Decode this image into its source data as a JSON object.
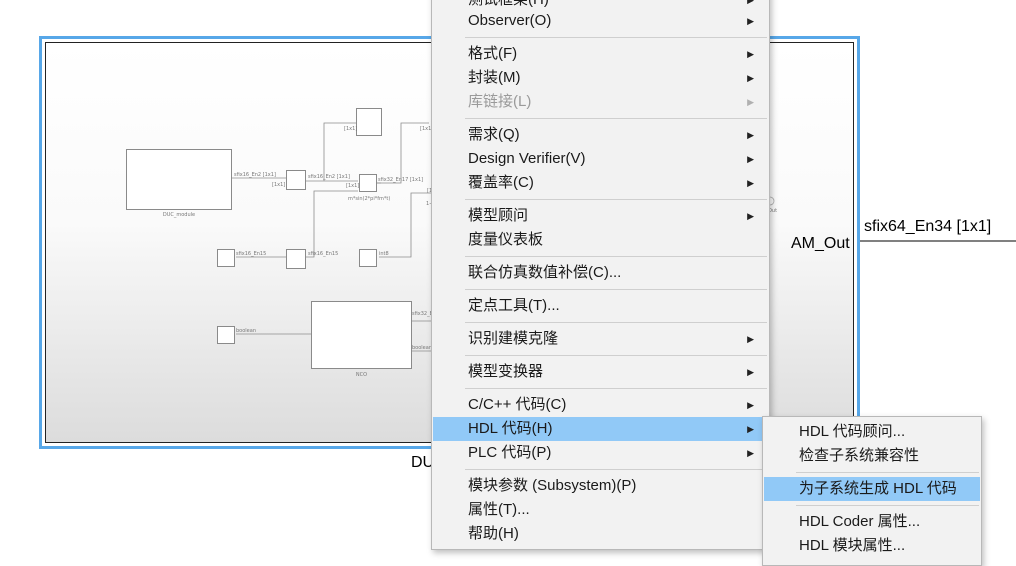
{
  "canvas": {
    "output_port_label": "AM_Out",
    "output_signal_label": "sfix64_En34 [1x1]",
    "block_name_partial": "DU",
    "inner": {
      "block_duc_label": "DUC_module",
      "block_nco_label": "NCO",
      "sig_in1": "sfix16_En2 [1x1]",
      "sig_mid": "sfix16_En2 [1x1]",
      "sig_out": "sfix32_En17 [1x1]",
      "sig_in2": "sfix16_En15",
      "sig_in2b": "sfix16_En15",
      "sig_int8": "int8",
      "sig_bool": "boolean",
      "sig_nco_out1": "sfix32_E",
      "sig_nco_out2": "boolean",
      "dim1": "[1x1]",
      "dim2": "[1x1]",
      "dim3": "[1x1]",
      "dim4": "[1x1]",
      "formula": "m*sin(2*pi*fm*t)",
      "misc1": "[1x",
      "misc2": "1+a",
      "out_label": "Out"
    }
  },
  "context_menu": {
    "items": [
      {
        "label": "测试框架(H)",
        "has_submenu": true
      },
      {
        "label": "Observer(O)",
        "has_submenu": true
      },
      {
        "label": "格式(F)",
        "has_submenu": true
      },
      {
        "label": "封装(M)",
        "has_submenu": true
      },
      {
        "label": "库链接(L)",
        "has_submenu": true,
        "disabled": true
      },
      {
        "label": "需求(Q)",
        "has_submenu": true
      },
      {
        "label": "Design Verifier(V)",
        "has_submenu": true
      },
      {
        "label": "覆盖率(C)",
        "has_submenu": true
      },
      {
        "label": "模型顾问",
        "has_submenu": true
      },
      {
        "label": "度量仪表板",
        "has_submenu": false
      },
      {
        "label": "联合仿真数值补偿(C)...",
        "has_submenu": false
      },
      {
        "label": "定点工具(T)...",
        "has_submenu": false
      },
      {
        "label": "识别建模克隆",
        "has_submenu": true
      },
      {
        "label": "模型变换器",
        "has_submenu": true
      },
      {
        "label": "C/C++ 代码(C)",
        "has_submenu": true
      },
      {
        "label": "HDL 代码(H)",
        "has_submenu": true,
        "highlighted": true
      },
      {
        "label": "PLC 代码(P)",
        "has_submenu": true
      },
      {
        "label": "模块参数 (Subsystem)(P)",
        "has_submenu": false
      },
      {
        "label": "属性(T)...",
        "has_submenu": false
      },
      {
        "label": "帮助(H)",
        "has_submenu": false
      }
    ],
    "submenu_arrow": "▶"
  },
  "hdl_submenu": {
    "items": [
      {
        "label": "HDL 代码顾问..."
      },
      {
        "label": "检查子系统兼容性"
      },
      {
        "label": "为子系统生成 HDL 代码",
        "highlighted": true
      },
      {
        "label": "HDL Coder 属性..."
      },
      {
        "label": "HDL 模块属性..."
      }
    ]
  },
  "colors": {
    "selection_border": "#57a7e8",
    "menu_highlight": "#91c9f7",
    "menu_background": "#f2f2f2"
  }
}
